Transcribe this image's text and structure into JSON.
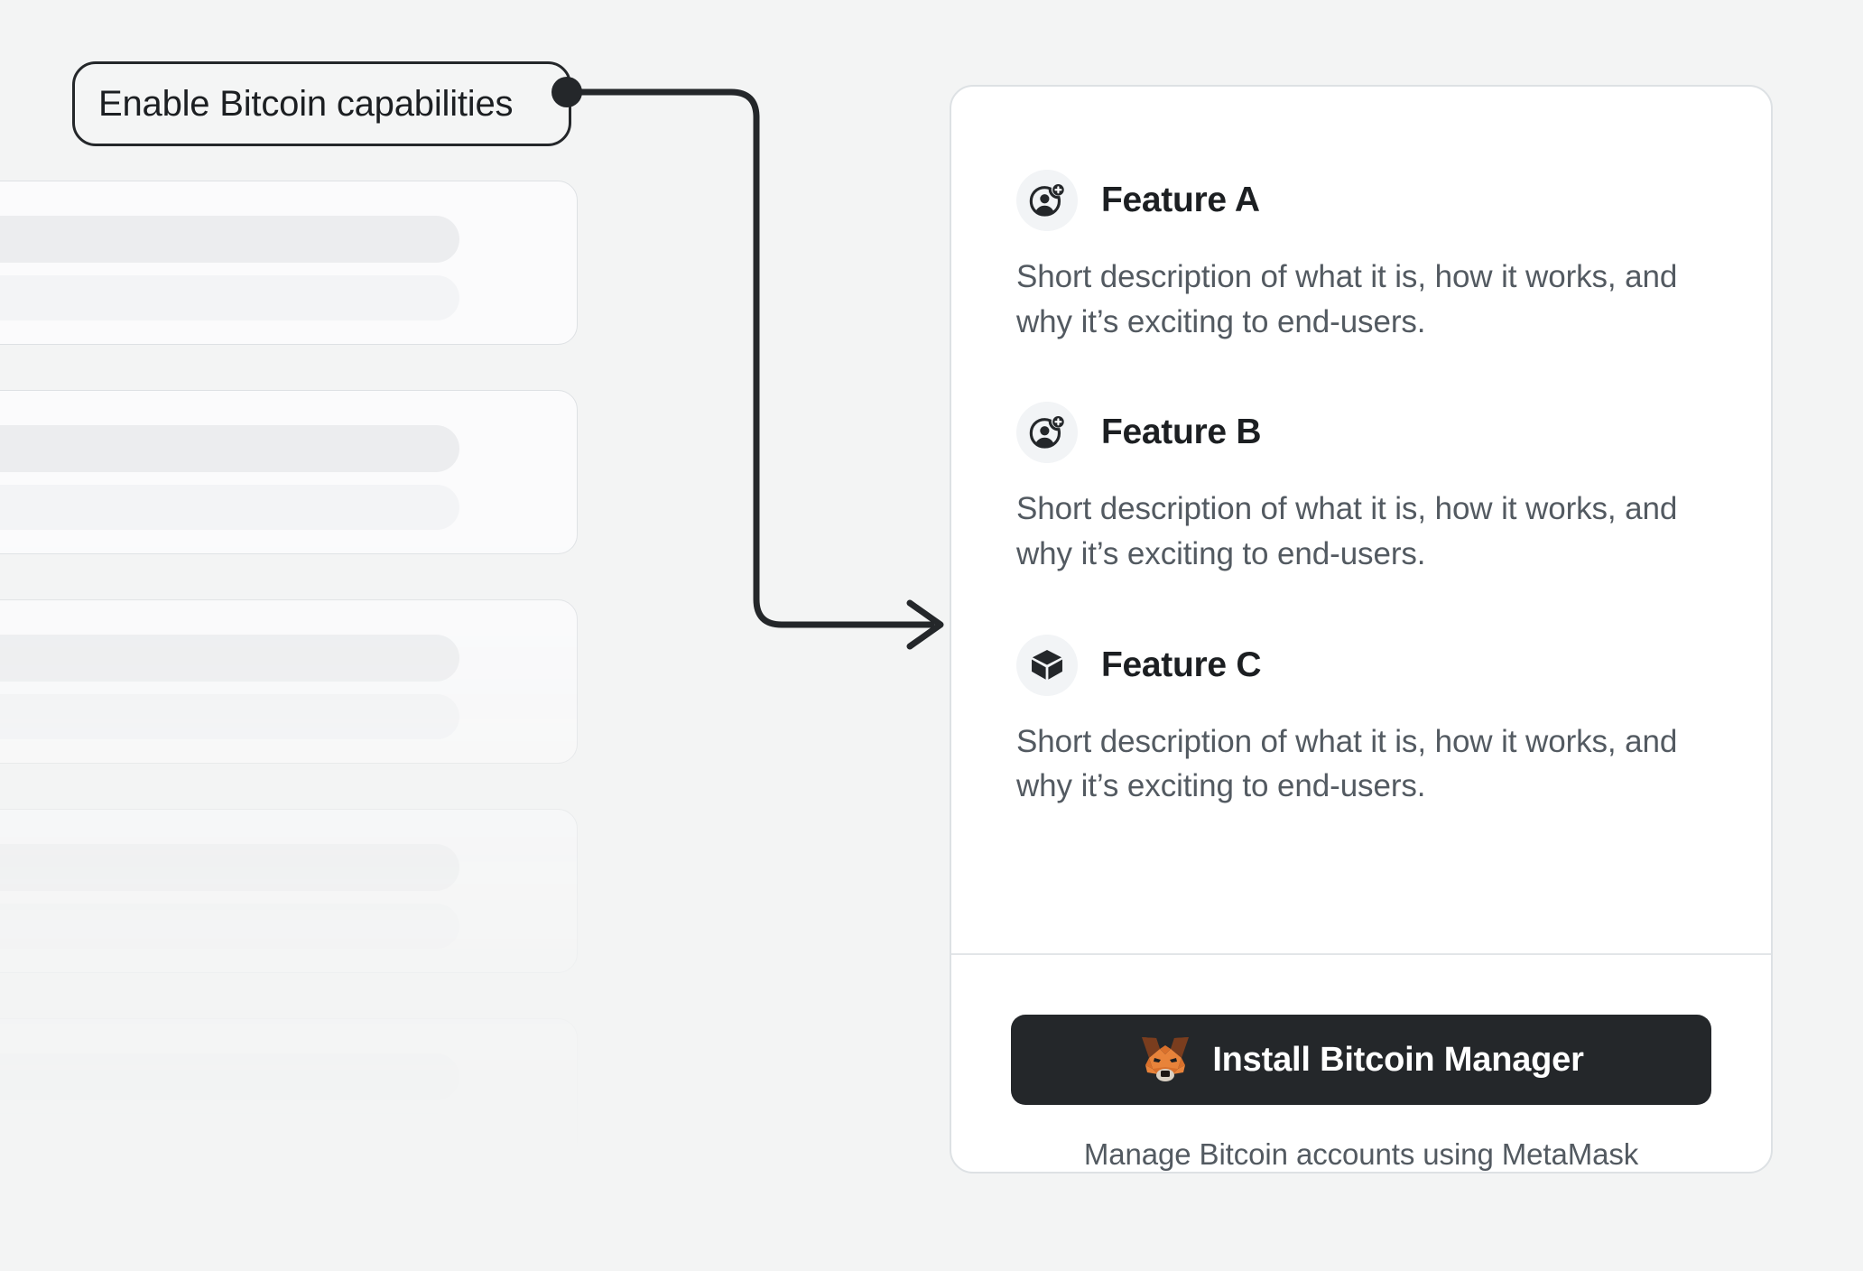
{
  "callout": {
    "label": "Enable Bitcoin capabilities",
    "connector_icon": "arrow-right-icon",
    "anchor_icon": "connector-dot"
  },
  "background": {
    "skeleton_card_count": 5,
    "card_color": "#FBFBFC",
    "bar_color": "#ECEDEF"
  },
  "card": {
    "features": [
      {
        "icon": "add-user-icon",
        "title": "Feature A",
        "description": "Short description of what it is, how it works, and why it’s exciting to end-users."
      },
      {
        "icon": "add-user-icon",
        "title": "Feature B",
        "description": "Short description of what it is, how it works, and why it’s exciting to end-users."
      },
      {
        "icon": "cube-icon",
        "title": "Feature C",
        "description": "Short description of what it is, how it works, and why it’s exciting to end-users."
      }
    ],
    "install": {
      "icon": "metamask-fox-icon",
      "button_label": "Install Bitcoin Manager",
      "subtitle": "Manage Bitcoin accounts using MetaMask"
    }
  },
  "colors": {
    "page_background": "#F3F4F4",
    "card_background": "#FFFFFF",
    "card_border": "#DDE1E4",
    "text_primary": "#1C1F22",
    "text_secondary": "#535A61",
    "button_background": "#24272A",
    "icon_badge": "#F2F4F6",
    "fox_orange": "#E88A32",
    "fox_dark": "#8A4722"
  }
}
